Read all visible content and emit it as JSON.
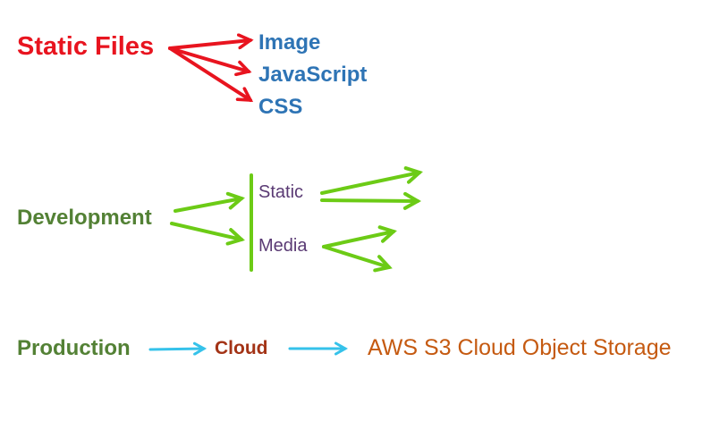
{
  "static_files": {
    "title": "Static Files",
    "items": [
      "Image",
      "JavaScript",
      "CSS"
    ],
    "color": "#e8141f",
    "item_color": "#2e74b5"
  },
  "development": {
    "title": "Development",
    "branches": [
      "Static",
      "Media"
    ],
    "color": "#538135",
    "arrow_color": "#6ccb16",
    "branch_color": "#5a3a74"
  },
  "production": {
    "title": "Production",
    "cloud": "Cloud",
    "storage": "AWS S3 Cloud Object Storage",
    "color": "#538135",
    "arrow_color": "#35c2ea",
    "cloud_color": "#a33316",
    "storage_color": "#c55a11"
  }
}
